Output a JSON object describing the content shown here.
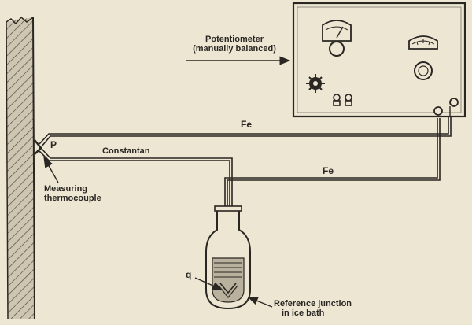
{
  "labels": {
    "potentiometer_line1": "Potentiometer",
    "potentiometer_line2": "(manually balanced)",
    "fe_upper": "Fe",
    "fe_lower": "Fe",
    "constantan": "Constantan",
    "point_p": "P",
    "measuring_line1": "Measuring",
    "measuring_line2": "thermocouple",
    "point_q": "q",
    "reference_line1": "Reference junction",
    "reference_line2": "in ice bath"
  },
  "colors": {
    "paper": "#ece6d3",
    "ink": "#2a2622",
    "wall_fill": "#cfc6b1",
    "bath_liquid": "#b9b19d"
  },
  "icons": {
    "wall": "hatched-wall",
    "potentiometer": "instrument-box",
    "meter_left": "analog-meter-icon",
    "meter_right": "analog-meter-icon",
    "knob": "rotary-knob-icon",
    "gear": "selector-switch-icon",
    "terminals": "binding-post-icon",
    "ice_bath": "dewar-flask-icon"
  }
}
